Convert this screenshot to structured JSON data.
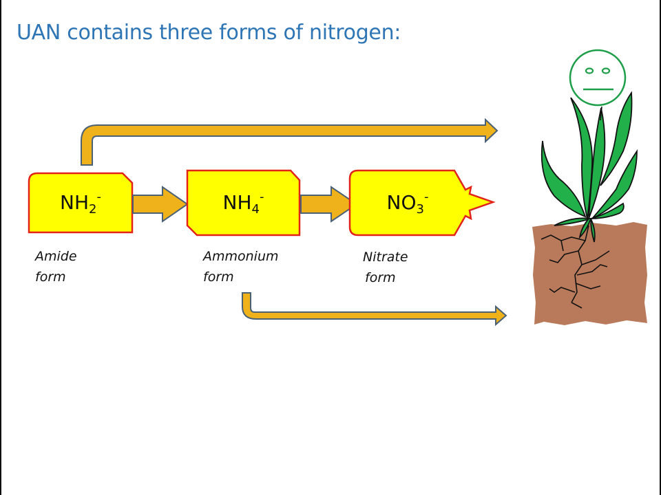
{
  "title": "UAN contains three forms of nitrogen:",
  "colors": {
    "title": "#2e75b6",
    "box_fill": "#ffff00",
    "box_border": "#e2231a",
    "arrow_fill": "#f0b21a",
    "arrow_border": "#4a6076",
    "leaf": "#22b04a",
    "soil": "#b87a5a",
    "face": "#1f9e4a"
  },
  "boxes": [
    {
      "base": "NH",
      "subscript": "2",
      "superscript": "-",
      "form_line1": "Amide",
      "form_line2": "form"
    },
    {
      "base": "NH",
      "subscript": "4",
      "superscript": "-",
      "form_line1": "Ammonium",
      "form_line2": "form"
    },
    {
      "base": "NO",
      "subscript": "3",
      "superscript": "-",
      "form_line1": "Nitrate",
      "form_line2": "form"
    }
  ],
  "plant": {
    "face_expression": "neutral",
    "icon": "plant-with-soil"
  }
}
